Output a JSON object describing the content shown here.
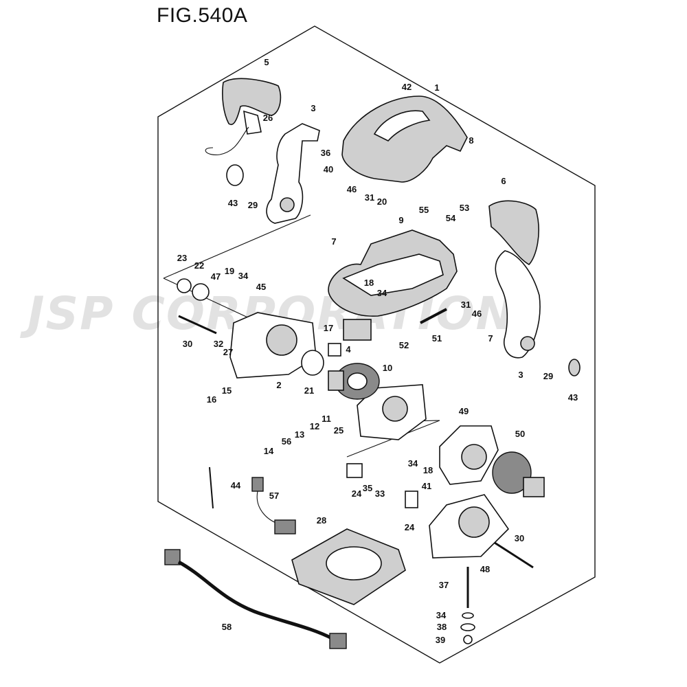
{
  "figure": {
    "title": "FIG.540A",
    "watermark": "JSP CORPORATION"
  },
  "callouts": [
    "1",
    "2",
    "3",
    "3",
    "4",
    "5",
    "6",
    "7",
    "7",
    "8",
    "9",
    "10",
    "11",
    "12",
    "13",
    "14",
    "15",
    "16",
    "17",
    "18",
    "18",
    "19",
    "20",
    "21",
    "22",
    "23",
    "24",
    "24",
    "25",
    "26",
    "27",
    "28",
    "29",
    "29",
    "30",
    "30",
    "31",
    "31",
    "32",
    "33",
    "34",
    "34",
    "34",
    "34",
    "35",
    "36",
    "37",
    "38",
    "39",
    "40",
    "41",
    "42",
    "43",
    "43",
    "44",
    "45",
    "46",
    "46",
    "47",
    "48",
    "49",
    "50",
    "51",
    "52",
    "53",
    "54",
    "55",
    "56",
    "57",
    "58"
  ]
}
